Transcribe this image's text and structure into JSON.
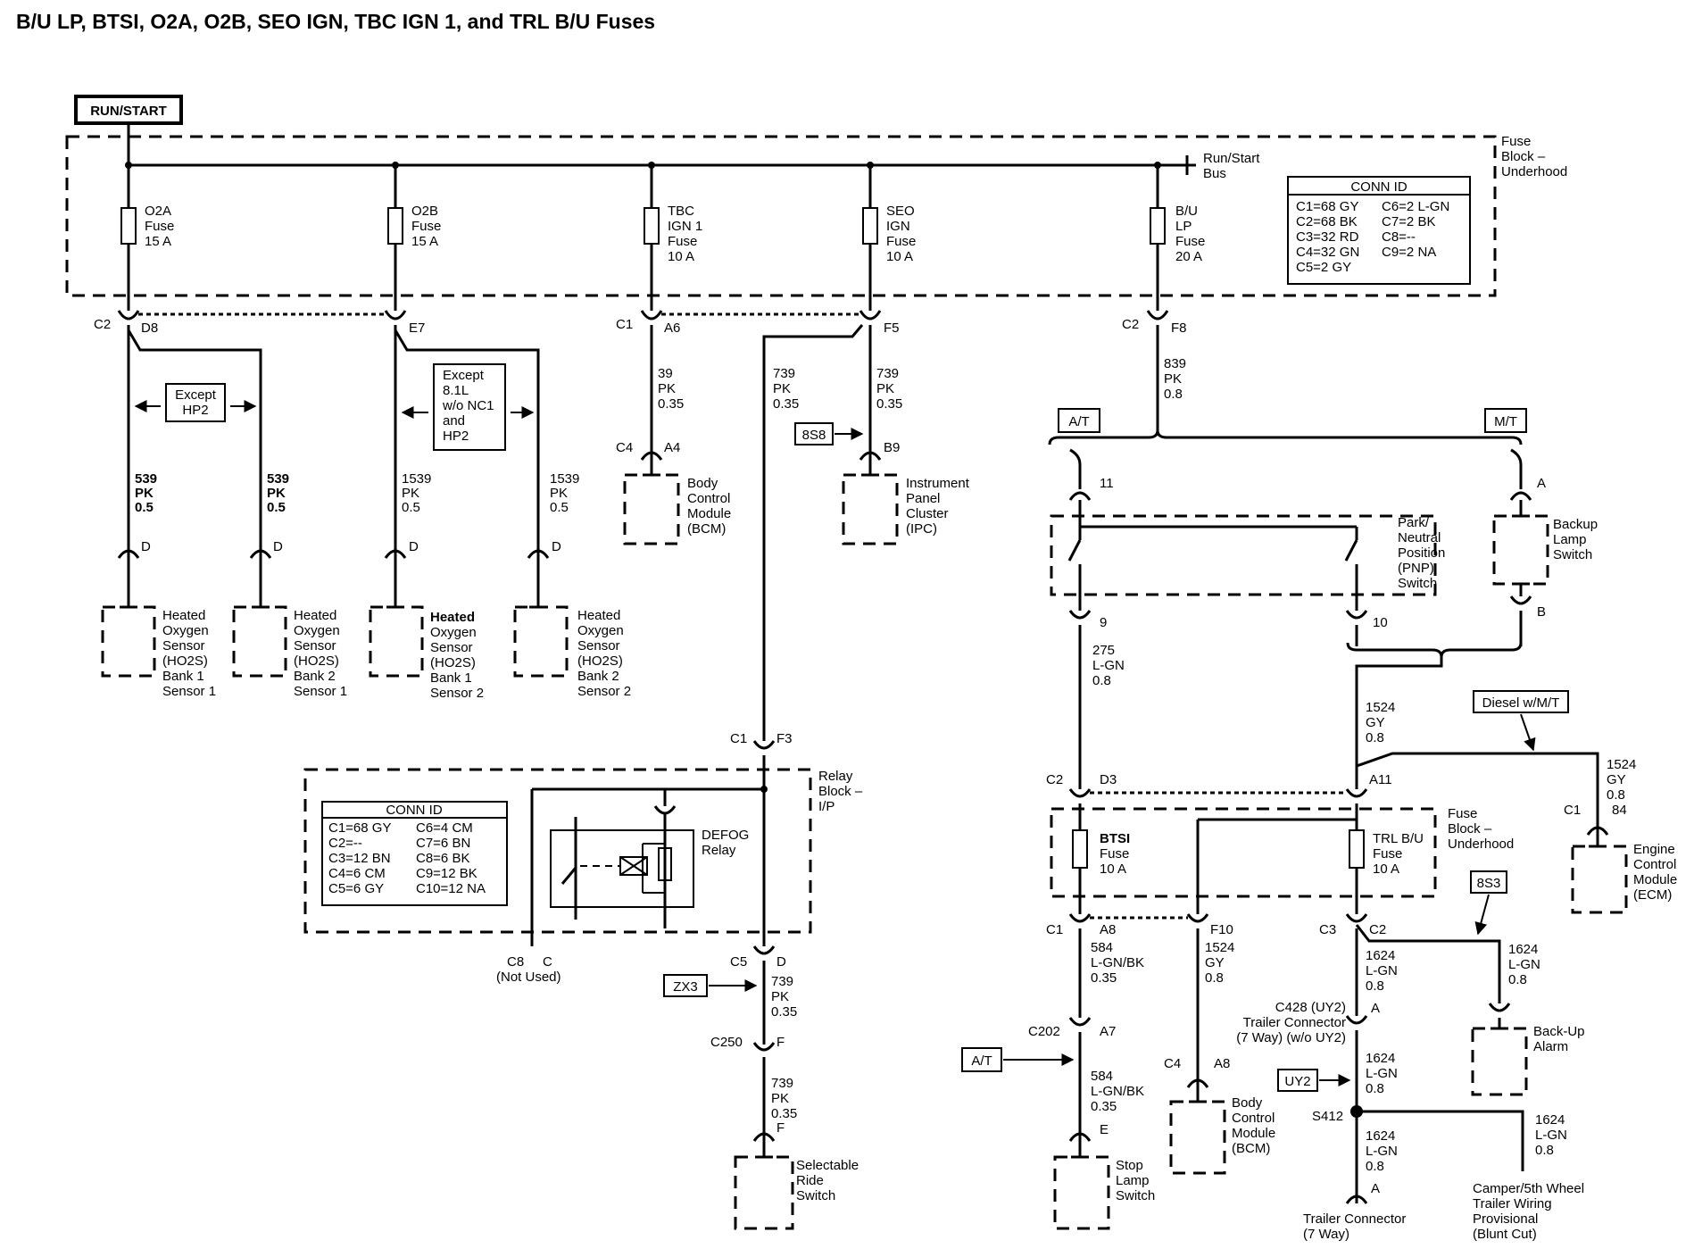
{
  "title": "B/U LP, BTSI, O2A, O2B, SEO IGN, TBC IGN 1, and TRL B/U Fuses",
  "power_source": "RUN/START",
  "fuse_block_underhood_label": [
    "Fuse",
    "Block –",
    "Underhood"
  ],
  "bus_label": [
    "Run/Start",
    "Bus"
  ],
  "conn_id_underhood": {
    "heading": "CONN ID",
    "left": [
      "C1=68 GY",
      "C2=68 BK",
      "C3=32 RD",
      "C4=32 GN",
      "C5=2 GY"
    ],
    "right": [
      "C6=2 L-GN",
      "C7=2 BK",
      "C8=--",
      "C9=2 NA"
    ]
  },
  "fuses": [
    {
      "lines": [
        "O2A",
        "Fuse",
        "15 A"
      ]
    },
    {
      "lines": [
        "O2B",
        "Fuse",
        "15 A"
      ]
    },
    {
      "lines": [
        "TBC",
        "IGN 1",
        "Fuse",
        "10 A"
      ]
    },
    {
      "lines": [
        "SEO",
        "IGN",
        "Fuse",
        "10 A"
      ]
    },
    {
      "lines": [
        "B/U",
        "LP",
        "Fuse",
        "20 A"
      ]
    }
  ],
  "pins_top": {
    "o2a": {
      "conn": "C2",
      "pin": "D8"
    },
    "o2b": {
      "pin": "E7"
    },
    "tbc": {
      "conn": "C1",
      "pin": "A6"
    },
    "seo": {
      "pin": "F5"
    },
    "bu": {
      "conn": "C2",
      "pin": "F8"
    }
  },
  "option_except_hp2": [
    "Except",
    "HP2"
  ],
  "option_except_81l": [
    "Except",
    "8.1L",
    "w/o NC1",
    "and",
    "HP2"
  ],
  "wires": {
    "w539a": [
      "539",
      "PK",
      "0.5"
    ],
    "w539b": [
      "539",
      "PK",
      "0.5"
    ],
    "w1539a": [
      "1539",
      "PK",
      "0.5"
    ],
    "w1539b": [
      "1539",
      "PK",
      "0.5"
    ],
    "w39": [
      "39",
      "PK",
      "0.35"
    ],
    "w739a": [
      "739",
      "PK",
      "0.35"
    ],
    "w739b": [
      "739",
      "PK",
      "0.35"
    ],
    "w839": [
      "839",
      "PK",
      "0.8"
    ],
    "w275": [
      "275",
      "L-GN",
      "0.8"
    ],
    "w1524a": [
      "1524",
      "GY",
      "0.8"
    ],
    "w1524b": [
      "1524",
      "GY",
      "0.8"
    ],
    "w1524c": [
      "1524",
      "GY",
      "0.8"
    ],
    "w584a": [
      "584",
      "L-GN/BK",
      "0.35"
    ],
    "w584b": [
      "584",
      "L-GN/BK",
      "0.35"
    ],
    "w739c": [
      "739",
      "PK",
      "0.35"
    ],
    "w739d": [
      "739",
      "PK",
      "0.35"
    ],
    "w1624a": [
      "1624",
      "L-GN",
      "0.8"
    ],
    "w1624b": [
      "1624",
      "L-GN",
      "0.8"
    ],
    "w1624c": [
      "1624",
      "L-GN",
      "0.8"
    ],
    "w1624d": [
      "1624",
      "L-GN",
      "0.8"
    ],
    "w1624e": [
      "1624",
      "L-GN",
      "0.8"
    ]
  },
  "sensors": [
    {
      "pin": "D",
      "lines": [
        "Heated",
        "Oxygen",
        "Sensor",
        "(HO2S)",
        "Bank 1",
        "Sensor 1"
      ]
    },
    {
      "pin": "D",
      "lines": [
        "Heated",
        "Oxygen",
        "Sensor",
        "(HO2S)",
        "Bank 2",
        "Sensor 1"
      ]
    },
    {
      "pin": "D",
      "lines": [
        "Heated",
        "Oxygen",
        "Sensor",
        "(HO2S)",
        "Bank 1",
        "Sensor 2"
      ]
    },
    {
      "pin": "D",
      "lines": [
        "Heated",
        "Oxygen",
        "Sensor",
        "(HO2S)",
        "Bank 2",
        "Sensor 2"
      ]
    }
  ],
  "bcm_top": {
    "conn": "C4",
    "pin": "A4",
    "lines": [
      "Body",
      "Control",
      "Module",
      "(BCM)"
    ]
  },
  "ipc": {
    "pin": "B9",
    "option": "8S8",
    "lines": [
      "Instrument",
      "Panel",
      "Cluster",
      "(IPC)"
    ]
  },
  "relay_block": {
    "label": [
      "Relay",
      "Block –",
      "I/P"
    ],
    "top_conn": "C1",
    "top_pin": "F3",
    "relay_label": [
      "DEFOG",
      "Relay"
    ],
    "conn_id": {
      "heading": "CONN ID",
      "left": [
        "C1=68 GY",
        "C2=--",
        "C3=12 BN",
        "C4=6 CM",
        "C5=6 GY"
      ],
      "right": [
        "C6=4 CM",
        "C7=6 BN",
        "C8=6 BK",
        "C9=12 BK",
        "C10=12 NA"
      ]
    },
    "not_used_conn": "C8",
    "not_used_pin": "C",
    "not_used": "(Not Used)",
    "bottom_conn": "C5",
    "bottom_pin": "D"
  },
  "option_zx3": "ZX3",
  "c250": {
    "conn": "C250",
    "pin": "F"
  },
  "selectable_ride": {
    "pin": "F",
    "lines": [
      "Selectable",
      "Ride",
      "Switch"
    ]
  },
  "option_at": "A/T",
  "option_mt": "M/T",
  "pnp": {
    "pin_in": "11",
    "pin_out_a": "9",
    "pin_out_b": "10",
    "lines": [
      "Park/",
      "Neutral",
      "Position",
      "(PNP)",
      "Switch"
    ]
  },
  "backup_switch": {
    "pin_a": "A",
    "pin_b": "B",
    "lines": [
      "Backup",
      "Lamp",
      "Switch"
    ]
  },
  "option_diesel_mt": "Diesel w/M/T",
  "ecm": {
    "conn": "C1",
    "pin": "84",
    "lines": [
      "Engine",
      "Control",
      "Module",
      "(ECM)"
    ]
  },
  "fuse_block_lower": {
    "left_conn": "C2",
    "left_pin": "D3",
    "right_pin": "A11",
    "btsi": [
      "BTSI",
      "Fuse",
      "10 A"
    ],
    "trl": [
      "TRL B/U",
      "Fuse",
      "10 A"
    ],
    "label": [
      "Fuse",
      "Block –",
      "Underhood"
    ]
  },
  "lower_pins": {
    "c1": "C1",
    "a8": "A8",
    "f10": "F10",
    "c3": "C3",
    "c2": "C2"
  },
  "option_8s3": "8S3",
  "backup_alarm": [
    "Back-Up",
    "Alarm"
  ],
  "c202": {
    "conn": "C202",
    "pin": "A7"
  },
  "stop_lamp": {
    "pin": "E",
    "lines": [
      "Stop",
      "Lamp",
      "Switch"
    ]
  },
  "bcm_bottom": {
    "conn": "C4",
    "pin": "A8",
    "lines": [
      "Body",
      "Control",
      "Module",
      "(BCM)"
    ]
  },
  "c428": {
    "lines": [
      "C428 (UY2)",
      "Trailer Connector",
      "(7 Way) (w/o UY2)"
    ],
    "pin": "A"
  },
  "option_uy2": "UY2",
  "splice": "S412",
  "trailer_connector": {
    "pin": "A",
    "lines": [
      "Trailer Connector",
      "(7 Way)"
    ]
  },
  "camper": [
    "Camper/5th Wheel",
    "Trailer Wiring",
    "Provisional",
    "(Blunt Cut)"
  ]
}
